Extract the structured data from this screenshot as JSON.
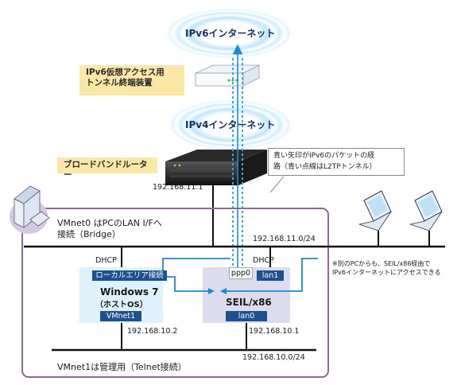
{
  "clouds": {
    "ipv6_internet": "IPv6インターネット",
    "ipv4_internet": "IPv4インターネット"
  },
  "devices": {
    "tunnel_device": "IPv6仮想アクセス用\nトンネル終端装置",
    "broadband_router": "ブロードバンドルーター"
  },
  "callout": {
    "text": "青い矢印がIPv6のパケットの経\n路（青い点線はL2TPトンネル）"
  },
  "addresses": {
    "router_ip": "192.168.11.1",
    "lan_network": "192.168.11.0/24",
    "windows_ip": "192.168.10.2",
    "seil_ip": "192.168.10.1",
    "mgmt_network": "192.168.10.0/24"
  },
  "vmnet0_label": "VMnet0 はPCのLAN I/Fへ\n接続（Bridge）",
  "vmnet1_label": "VMnet1は管理用（Telnet接続）",
  "windows_box": {
    "dhcp": "DHCP",
    "local_area": "ローカルエリア接続",
    "title": "Windows 7",
    "subtitle": "（ホストOS）",
    "vmnet1": "VMnet1"
  },
  "seil_box": {
    "dhcp": "DHCP",
    "ppp0": "ppp0",
    "lan1": "lan1",
    "title": "SEIL/x86",
    "lan0": "lan0"
  },
  "note": "※別のPCからも、SEIL/x86経由で\nIPv6インターネットにアクセスできる",
  "colors": {
    "network_line": "#111111",
    "ipv6_path": "#1a8ad8",
    "tunnel_dotted": "#39a7e0",
    "label_bg": "#1e4f8f",
    "callout_yellow": "#fbe7a6",
    "vm_frame": "#8b6a9a"
  }
}
